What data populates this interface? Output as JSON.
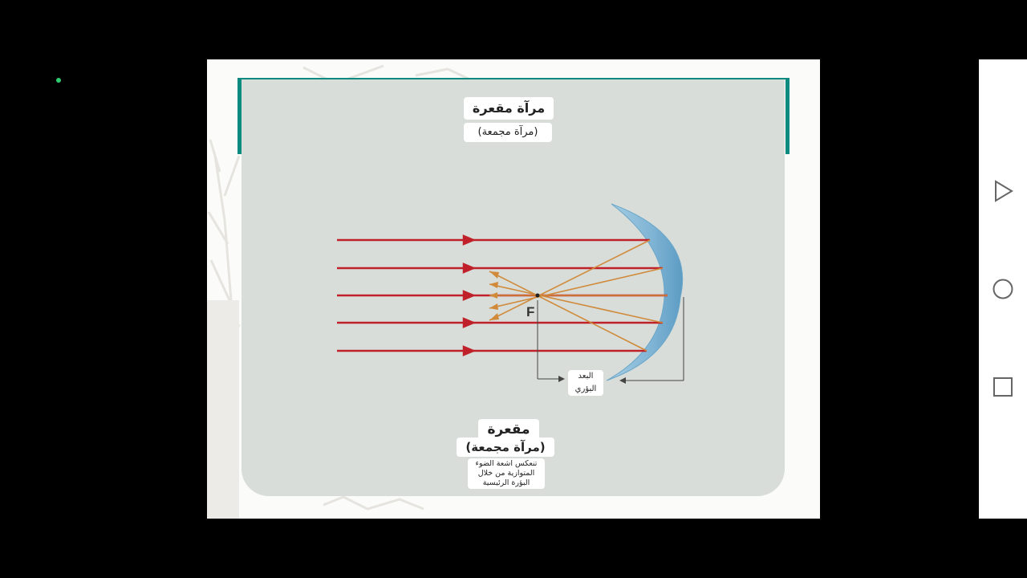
{
  "slide": {
    "title": "مرآة مقعرة",
    "subtitle": "(مرآة مجمعة)",
    "focal_point_label": "F",
    "focal_length_label_line1": "البعد",
    "focal_length_label_line2": "البؤري",
    "bottom_title": "مقعرة",
    "bottom_subtitle": "(مرآة مجمعة)",
    "description_line1": "تنعكس اشعة الضوء",
    "description_line2": "المتوازية من خلال",
    "description_line3": "البؤرة الرئيسية"
  },
  "colors": {
    "incident_ray": "#c0202a",
    "reflected_ray": "#d08a3a",
    "mirror": "#7fb4d4",
    "panel": "#d8ddd9",
    "accent": "#0b8a80"
  },
  "icons": {
    "nav_back": "triangle-back-icon",
    "nav_home": "circle-home-icon",
    "nav_recents": "square-recents-icon"
  }
}
